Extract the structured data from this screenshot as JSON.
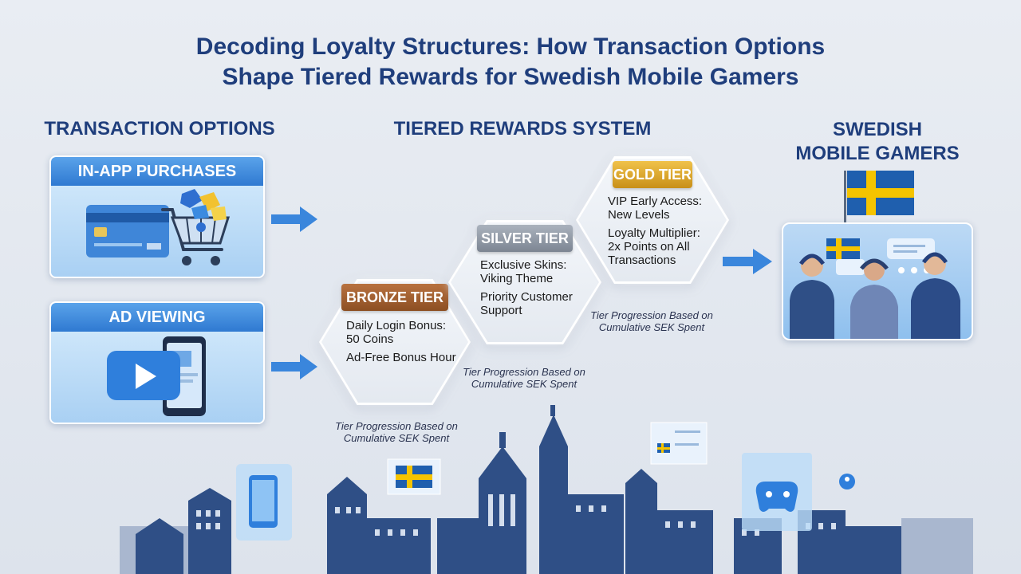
{
  "title": {
    "line1": "Decoding Loyalty Structures: How Transaction Options",
    "line2": "Shape Tiered Rewards for Swedish Mobile Gamers"
  },
  "sections": {
    "transactions": "TRANSACTION OPTIONS",
    "tiers": "TIERED REWARDS SYSTEM",
    "gamers_line1": "SWEDISH",
    "gamers_line2": "MOBILE GAMERS"
  },
  "transactions": [
    {
      "label": "IN-APP PURCHASES",
      "icon": "credit-card-and-shopping-cart"
    },
    {
      "label": "AD VIEWING",
      "icon": "video-play-and-smartphone"
    }
  ],
  "tiers": {
    "bronze": {
      "label": "BRONZE TIER",
      "color": "#9c5a2c",
      "benefits": [
        "Daily Login Bonus: 50 Coins",
        "Ad-Free Bonus Hour"
      ]
    },
    "silver": {
      "label": "SILVER TIER",
      "color": "#8e96a3",
      "benefits": [
        "Exclusive Skins: Viking Theme",
        "Priority Customer Support"
      ]
    },
    "gold": {
      "label": "GOLD TIER",
      "color": "#d8a52a",
      "benefits": [
        "VIP Early Access: New Levels",
        "Loyalty Multiplier: 2x Points on All Transactions"
      ]
    }
  },
  "progression_note": "Tier Progression Based on Cumulative SEK Spent",
  "colors": {
    "title": "#1f3e7c",
    "accent_blue": "#2f79d1",
    "sweden_blue": "#1f5fae",
    "sweden_yellow": "#f5c400"
  }
}
